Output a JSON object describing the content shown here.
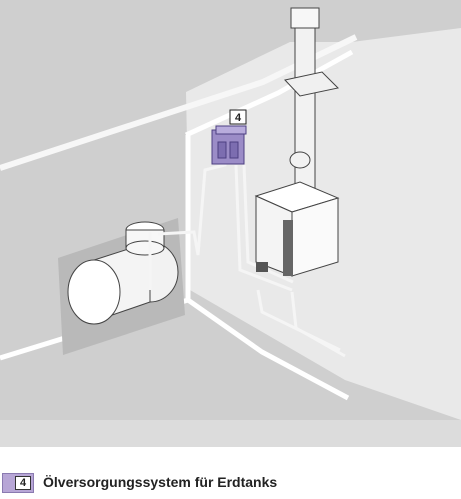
{
  "callout": {
    "number": "4"
  },
  "legend": {
    "items": [
      {
        "number": "4",
        "text": "Ölversorgungssystem für Erdtanks"
      }
    ]
  },
  "colors": {
    "background": "#cfcfcf",
    "wall_light": "#e6e6e6",
    "highlight": "#9b8cc7"
  }
}
